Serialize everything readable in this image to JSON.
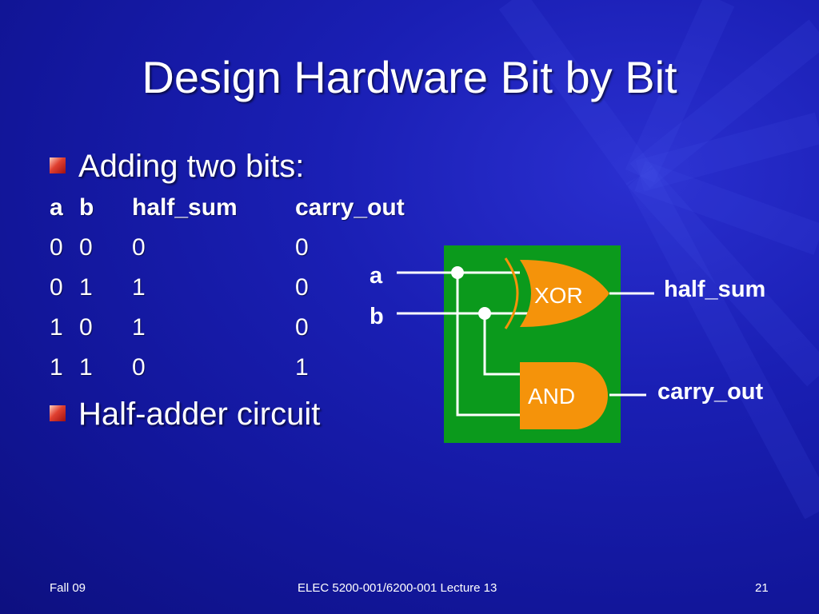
{
  "slide": {
    "title": "Design Hardware Bit by Bit",
    "bullets": [
      "Adding two bits:",
      "Half-adder circuit"
    ],
    "truth_table": {
      "headers": [
        "a",
        "b",
        "half_sum",
        "carry_out"
      ],
      "rows": [
        [
          "0",
          "0",
          "0",
          "0"
        ],
        [
          "0",
          "1",
          "1",
          "0"
        ],
        [
          "1",
          "0",
          "1",
          "0"
        ],
        [
          "1",
          "1",
          "0",
          "1"
        ]
      ]
    },
    "circuit": {
      "input_a": "a",
      "input_b": "b",
      "xor_gate": "XOR",
      "and_gate": "AND",
      "output_sum": "half_sum",
      "output_carry": "carry_out"
    },
    "footer": {
      "left": "Fall 09",
      "center": "ELEC 5200-001/6200-001 Lecture 13",
      "right": "21"
    }
  },
  "colors": {
    "background": "#1a1fb4",
    "circuit_board": "#0b9a1c",
    "gate_fill": "#f5930a",
    "bullet_marker": "#e04030"
  }
}
